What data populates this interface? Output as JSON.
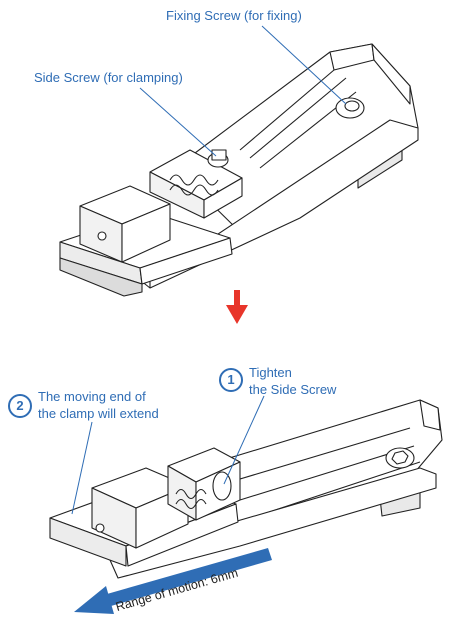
{
  "colors": {
    "label": "#2f6db5",
    "arrow_down": "#e8352a",
    "motion_arrow": "#2f6db5",
    "line": "#222222"
  },
  "top_view": {
    "fixing_screw_label": "Fixing Screw (for fixing)",
    "side_screw_label": "Side Screw (for clamping)"
  },
  "transition_arrow": {
    "icon": "down-arrow-icon"
  },
  "bottom_view": {
    "step1": {
      "number": "1",
      "line1": "Tighten",
      "line2": "the Side Screw"
    },
    "step2": {
      "number": "2",
      "line1": "The moving end of",
      "line2": "the clamp will extend"
    },
    "motion_label": "Range of motion: 6mm"
  }
}
